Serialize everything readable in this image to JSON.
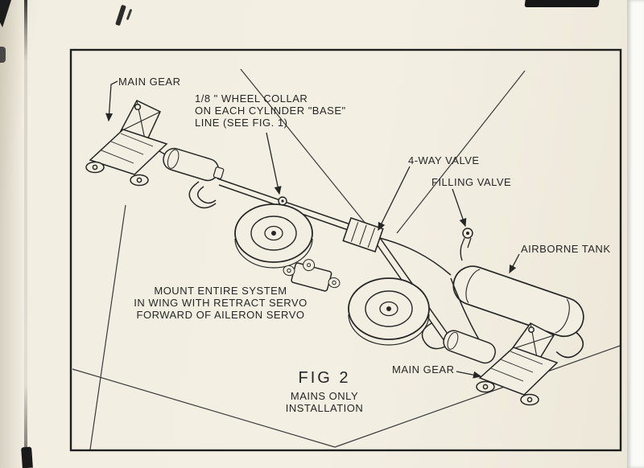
{
  "document": {
    "kind": "scanned technical figure",
    "colors": {
      "paper": "#f2eee1",
      "ink": "#262626"
    }
  },
  "figure": {
    "title": "FIG 2",
    "subtitle_line1": "MAINS ONLY",
    "subtitle_line2": "INSTALLATION"
  },
  "callouts": {
    "main_gear_top": "MAIN GEAR",
    "wheel_collar_line1": "1/8 \" WHEEL COLLAR",
    "wheel_collar_line2": "ON EACH CYLINDER \"BASE\"",
    "wheel_collar_line3": "LINE (SEE FIG. 1)",
    "four_way_valve": "4-WAY VALVE",
    "filling_valve": "FILLING VALVE",
    "airborne_tank": "AIRBORNE TANK",
    "main_gear_bottom": "MAIN GEAR"
  },
  "notes": {
    "mount_line1": "MOUNT ENTIRE SYSTEM",
    "mount_line2": "IN WING WITH RETRACT SERVO",
    "mount_line3": "FORWARD OF AILERON SERVO"
  }
}
